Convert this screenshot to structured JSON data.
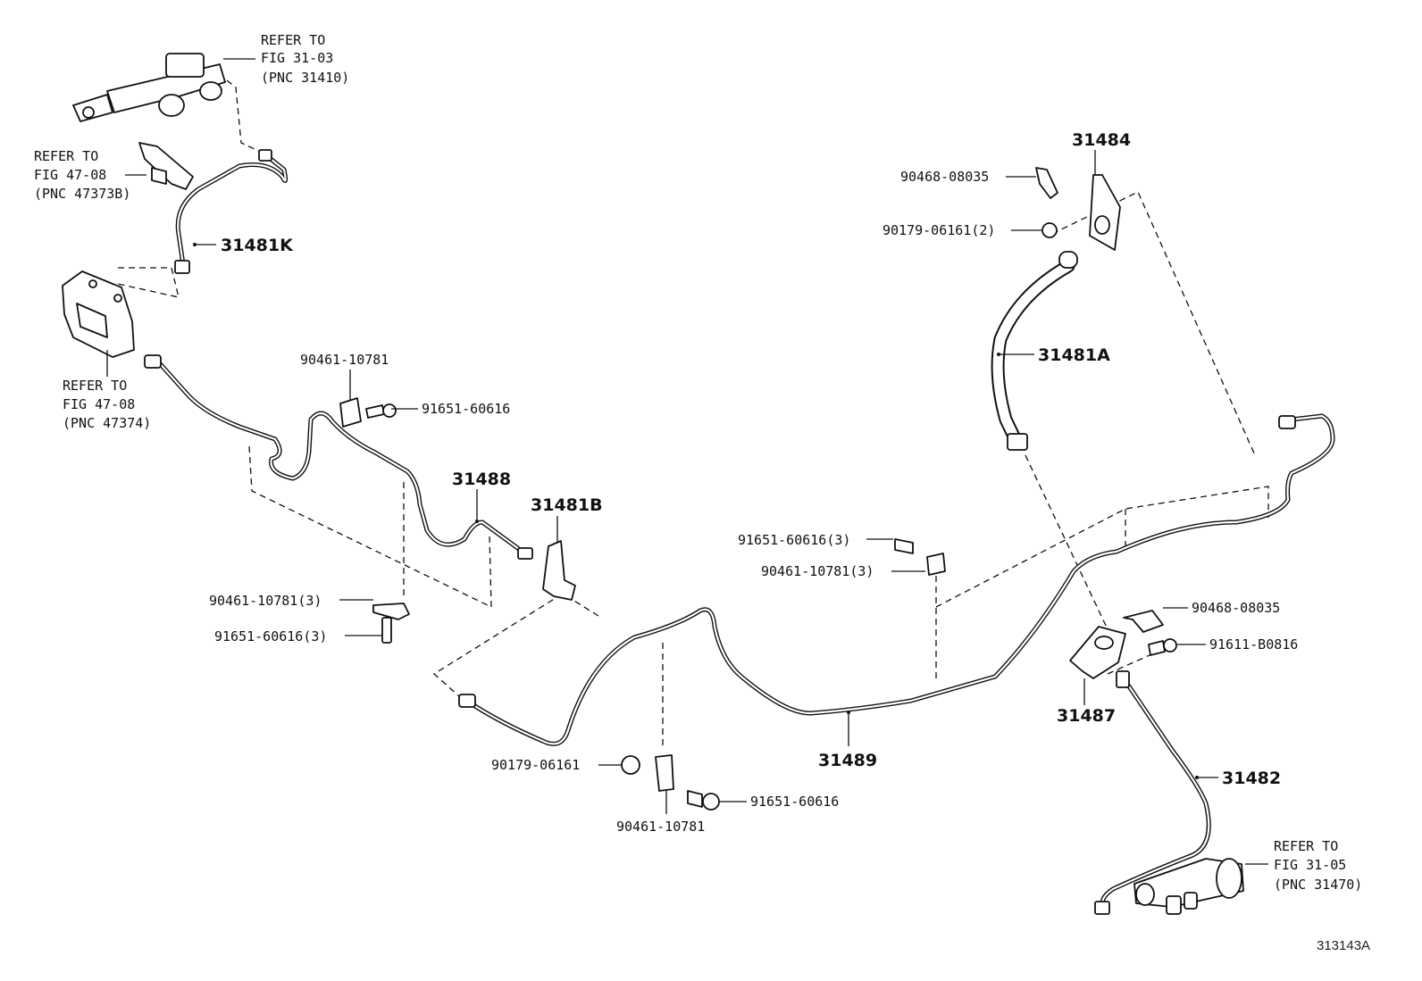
{
  "diagram": {
    "figure_id": "313143A",
    "part_numbers": {
      "p31484": "31484",
      "p31481K": "31481K",
      "p31481A": "31481A",
      "p31488": "31488",
      "p31481B": "31481B",
      "p31489": "31489",
      "p31487": "31487",
      "p31482": "31482"
    },
    "callouts": {
      "c90468_08035_top": "90468-08035",
      "c90179_06161_2": "90179-06161(2)",
      "c90461_10781_a": "90461-10781",
      "c91651_60616_a": "91651-60616",
      "c91651_60616_3_mid": "91651-60616(3)",
      "c90461_10781_3_mid": "90461-10781(3)",
      "c90461_10781_3_left": "90461-10781(3)",
      "c91651_60616_3_left": "91651-60616(3)",
      "c90468_08035_right": "90468-08035",
      "c91611_B0816": "91611-B0816",
      "c90179_06161": "90179-06161",
      "c91651_60616_b": "91651-60616",
      "c90461_10781_b": "90461-10781"
    },
    "refer_notes": {
      "fig_31_03": [
        "REFER TO",
        "FIG 31-03",
        "(PNC 31410)"
      ],
      "fig_47_08_b": [
        "REFER TO",
        "FIG 47-08",
        "(PNC 47373B)"
      ],
      "fig_47_08": [
        "REFER TO",
        "FIG 47-08",
        "(PNC 47374)"
      ],
      "fig_31_05": [
        "REFER TO",
        "FIG 31-05",
        "(PNC 31470)"
      ]
    }
  }
}
